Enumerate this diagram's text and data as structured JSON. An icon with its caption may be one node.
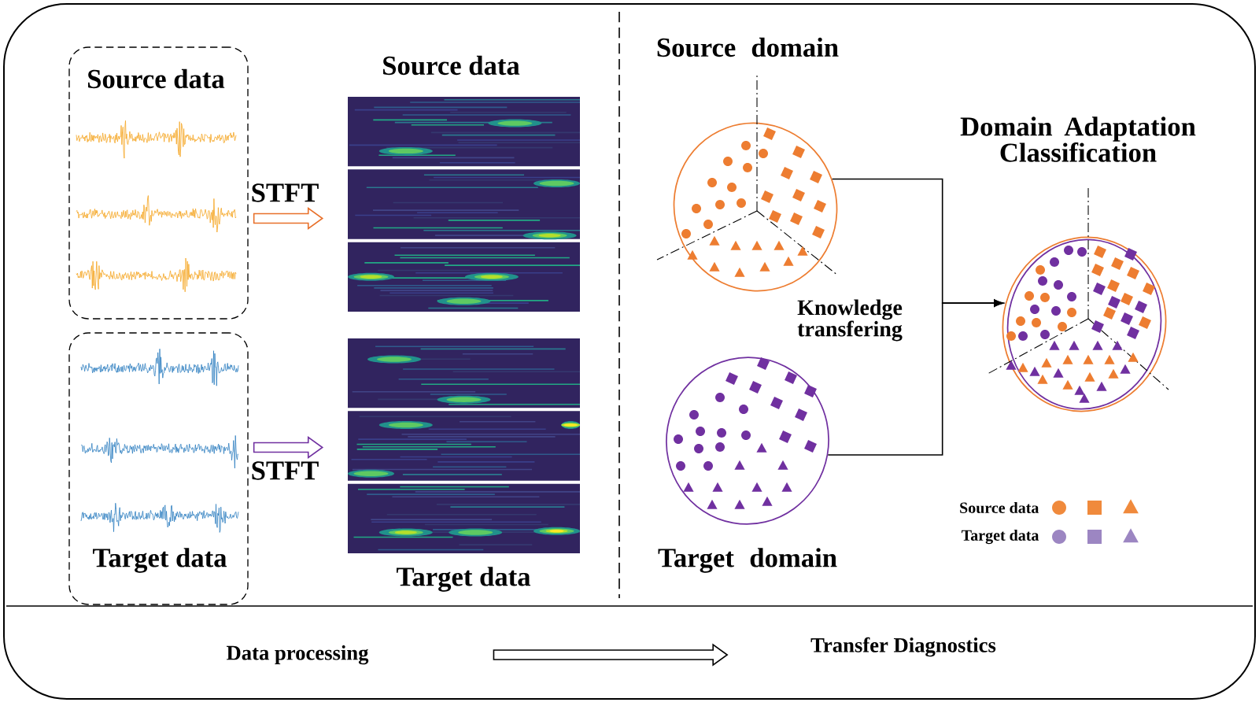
{
  "diagram": {
    "nodes": [
      {
        "text": [
          "Source data"
        ]
      },
      {
        "text": [
          "Target data"
        ]
      },
      {
        "text": [
          "Source data"
        ]
      },
      {
        "text": [
          "Target data"
        ]
      },
      {
        "text": [
          "Source domain"
        ]
      },
      {
        "text": [
          "Target domain"
        ]
      },
      {
        "text": [
          "Domain Adaptation Classification"
        ]
      },
      {
        "text": [
          "Data processing"
        ]
      },
      {
        "text": [
          "Transfer Diagnostics"
        ]
      }
    ],
    "edges": [
      {
        "from": 0,
        "to": 2,
        "arrow": "to",
        "label": "STFT",
        "color": "#e8702a"
      },
      {
        "from": 1,
        "to": 3,
        "arrow": "to",
        "label": "STFT",
        "color": "#7030a0"
      },
      {
        "from": 4,
        "to": 6,
        "arrow": "to"
      },
      {
        "from": 5,
        "to": 6,
        "arrow": "to"
      },
      {
        "from": 7,
        "to": 8,
        "arrow": "to"
      }
    ],
    "labels": [
      "Knowledge transfering"
    ],
    "legend": [
      {
        "text": "Source data",
        "color": "#f08a3c"
      },
      {
        "text": "Target data",
        "color": "#9c86c2"
      }
    ]
  }
}
